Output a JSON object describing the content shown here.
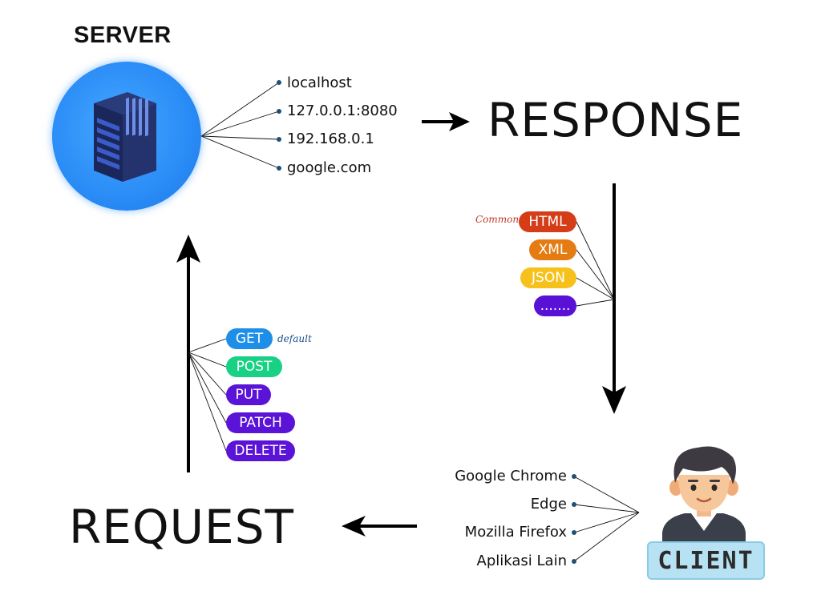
{
  "server": {
    "title": "SERVER",
    "addresses": [
      "localhost",
      "127.0.0.1:8080",
      "192.168.0.1",
      "google.com"
    ]
  },
  "response": {
    "label": "RESPONSE",
    "note": "Common",
    "formats": [
      {
        "label": "HTML",
        "color": "#d43d17"
      },
      {
        "label": "XML",
        "color": "#e57b13"
      },
      {
        "label": "JSON",
        "color": "#f7c11b"
      },
      {
        "label": ".......",
        "color": "#5a11d6"
      }
    ]
  },
  "request": {
    "label": "REQUEST",
    "note": "default",
    "methods": [
      {
        "label": "GET",
        "color": "#1e8fe8"
      },
      {
        "label": "POST",
        "color": "#18d184"
      },
      {
        "label": "PUT",
        "color": "#5b14d7"
      },
      {
        "label": "PATCH",
        "color": "#5b14d7"
      },
      {
        "label": "DELETE",
        "color": "#5b14d7"
      }
    ]
  },
  "client": {
    "label": "CLIENT",
    "apps": [
      "Google Chrome",
      "Edge",
      "Mozilla Firefox",
      "Aplikasi Lain"
    ]
  },
  "colors": {
    "dot": "#1f5078",
    "arrow": "#000000",
    "note_response": "#c0392b",
    "note_request": "#1a4f8a"
  }
}
